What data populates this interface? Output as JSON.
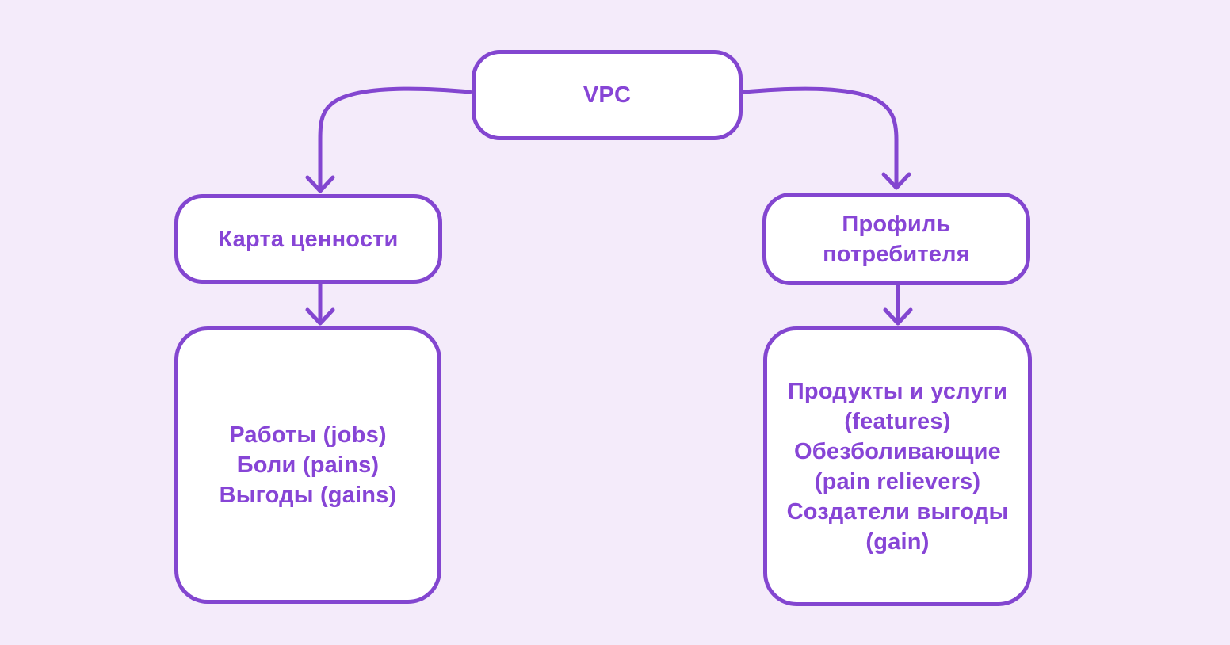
{
  "theme": {
    "bg": "#f4ebfa",
    "accent": "#8346d0",
    "text": "#8745d6",
    "node_fill": "#ffffff"
  },
  "diagram": {
    "root": {
      "label": "VPC"
    },
    "value_map": {
      "label": "Карта ценности"
    },
    "customer_profile": {
      "label": "Профиль потребителя"
    },
    "value_map_detail": {
      "lines": [
        "Работы (jobs)",
        "Боли (pains)",
        "Выгоды (gains)"
      ]
    },
    "customer_profile_detail": {
      "lines": [
        "Продукты и услуги (features)",
        "Обезболивающие (pain relievers)",
        "Создатели выгоды (gain)"
      ]
    }
  }
}
